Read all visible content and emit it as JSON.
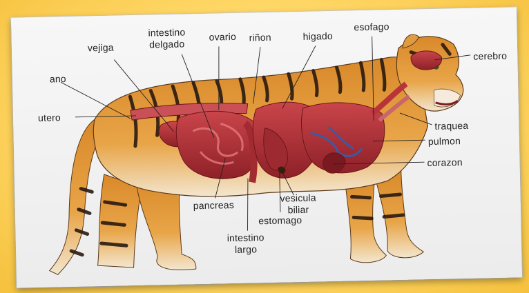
{
  "labels": {
    "vejiga": "vejiga",
    "intestino_delgado_1": "intestino",
    "intestino_delgado_2": "delgado",
    "ovario": "ovario",
    "rinon": "riñon",
    "higado": "higado",
    "esofago": "esofago",
    "cerebro": "cerebro",
    "ano": "ano",
    "utero": "utero",
    "traquea": "traquea",
    "pulmon": "pulmon",
    "corazon": "corazon",
    "pancreas": "pancreas",
    "vesicula_1": "vesicula",
    "vesicula_2": "biliar",
    "estomago": "estomago",
    "intestino_largo_1": "intestino",
    "intestino_largo_2": "largo"
  },
  "colors": {
    "frame_background": "#ffd766",
    "card_background": "#f4f4f4",
    "fur_orange": "#e0922e",
    "stripe": "#2a1a10",
    "organ_red": "#b8343a",
    "organ_dark": "#8a1f25",
    "vessel_blue": "#3a5aa8",
    "leader_line": "#222222"
  }
}
